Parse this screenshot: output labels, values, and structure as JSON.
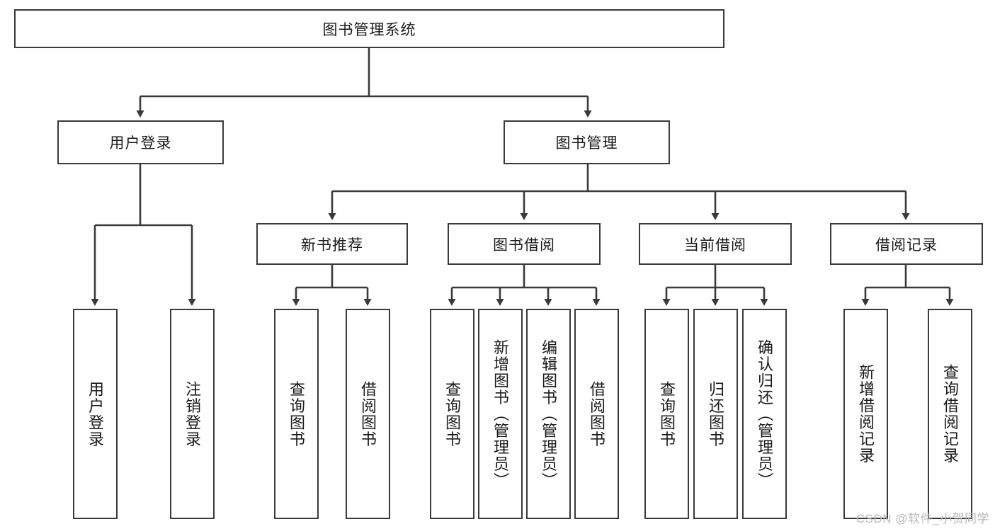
{
  "diagram": {
    "type": "tree",
    "title": "图书管理系统",
    "orientation": "top-down",
    "colors": {
      "box_border": "#3a3a3a",
      "box_fill": "#ffffff",
      "connector": "#3a3a3a",
      "text": "#1a1a1a",
      "watermark": "#b9b9b9"
    },
    "root": {
      "id": "root",
      "label": "图书管理系统",
      "orientation": "horizontal"
    },
    "level2": [
      {
        "id": "user-login",
        "label": "用户登录",
        "orientation": "horizontal"
      },
      {
        "id": "book-manage",
        "label": "图书管理",
        "orientation": "horizontal"
      }
    ],
    "level3": [
      {
        "id": "new-book-recommend",
        "label": "新书推荐",
        "orientation": "horizontal",
        "parent": "book-manage"
      },
      {
        "id": "book-borrow",
        "label": "图书借阅",
        "orientation": "horizontal",
        "parent": "book-manage"
      },
      {
        "id": "current-borrow",
        "label": "当前借阅",
        "orientation": "horizontal",
        "parent": "book-manage"
      },
      {
        "id": "borrow-record",
        "label": "借阅记录",
        "orientation": "horizontal",
        "parent": "book-manage"
      }
    ],
    "leaves": [
      {
        "id": "leaf-user-login",
        "label": "用户登录",
        "parent": "user-login",
        "orientation": "vertical"
      },
      {
        "id": "leaf-user-logout",
        "label": "注销登录",
        "parent": "user-login",
        "orientation": "vertical"
      },
      {
        "id": "leaf-query-book-1",
        "label": "查询图书",
        "parent": "new-book-recommend",
        "orientation": "vertical"
      },
      {
        "id": "leaf-borrow-book-1",
        "label": "借阅图书",
        "parent": "new-book-recommend",
        "orientation": "vertical"
      },
      {
        "id": "leaf-query-book-2",
        "label": "查询图书",
        "parent": "book-borrow",
        "orientation": "vertical"
      },
      {
        "id": "leaf-add-book",
        "label": "新增图书（管理员）",
        "parent": "book-borrow",
        "orientation": "vertical"
      },
      {
        "id": "leaf-edit-book",
        "label": "编辑图书（管理员）",
        "parent": "book-borrow",
        "orientation": "vertical"
      },
      {
        "id": "leaf-borrow-book-2",
        "label": "借阅图书",
        "parent": "book-borrow",
        "orientation": "vertical"
      },
      {
        "id": "leaf-query-book-3",
        "label": "查询图书",
        "parent": "current-borrow",
        "orientation": "vertical"
      },
      {
        "id": "leaf-return-book",
        "label": "归还图书",
        "parent": "current-borrow",
        "orientation": "vertical"
      },
      {
        "id": "leaf-confirm-return",
        "label": "确认归还（管理员）",
        "parent": "current-borrow",
        "orientation": "vertical"
      },
      {
        "id": "leaf-add-record",
        "label": "新增借阅记录",
        "parent": "borrow-record",
        "orientation": "vertical"
      },
      {
        "id": "leaf-query-record",
        "label": "查询借阅记录",
        "parent": "borrow-record",
        "orientation": "vertical"
      }
    ],
    "watermark": "CSDN @软件_小贺同学"
  }
}
